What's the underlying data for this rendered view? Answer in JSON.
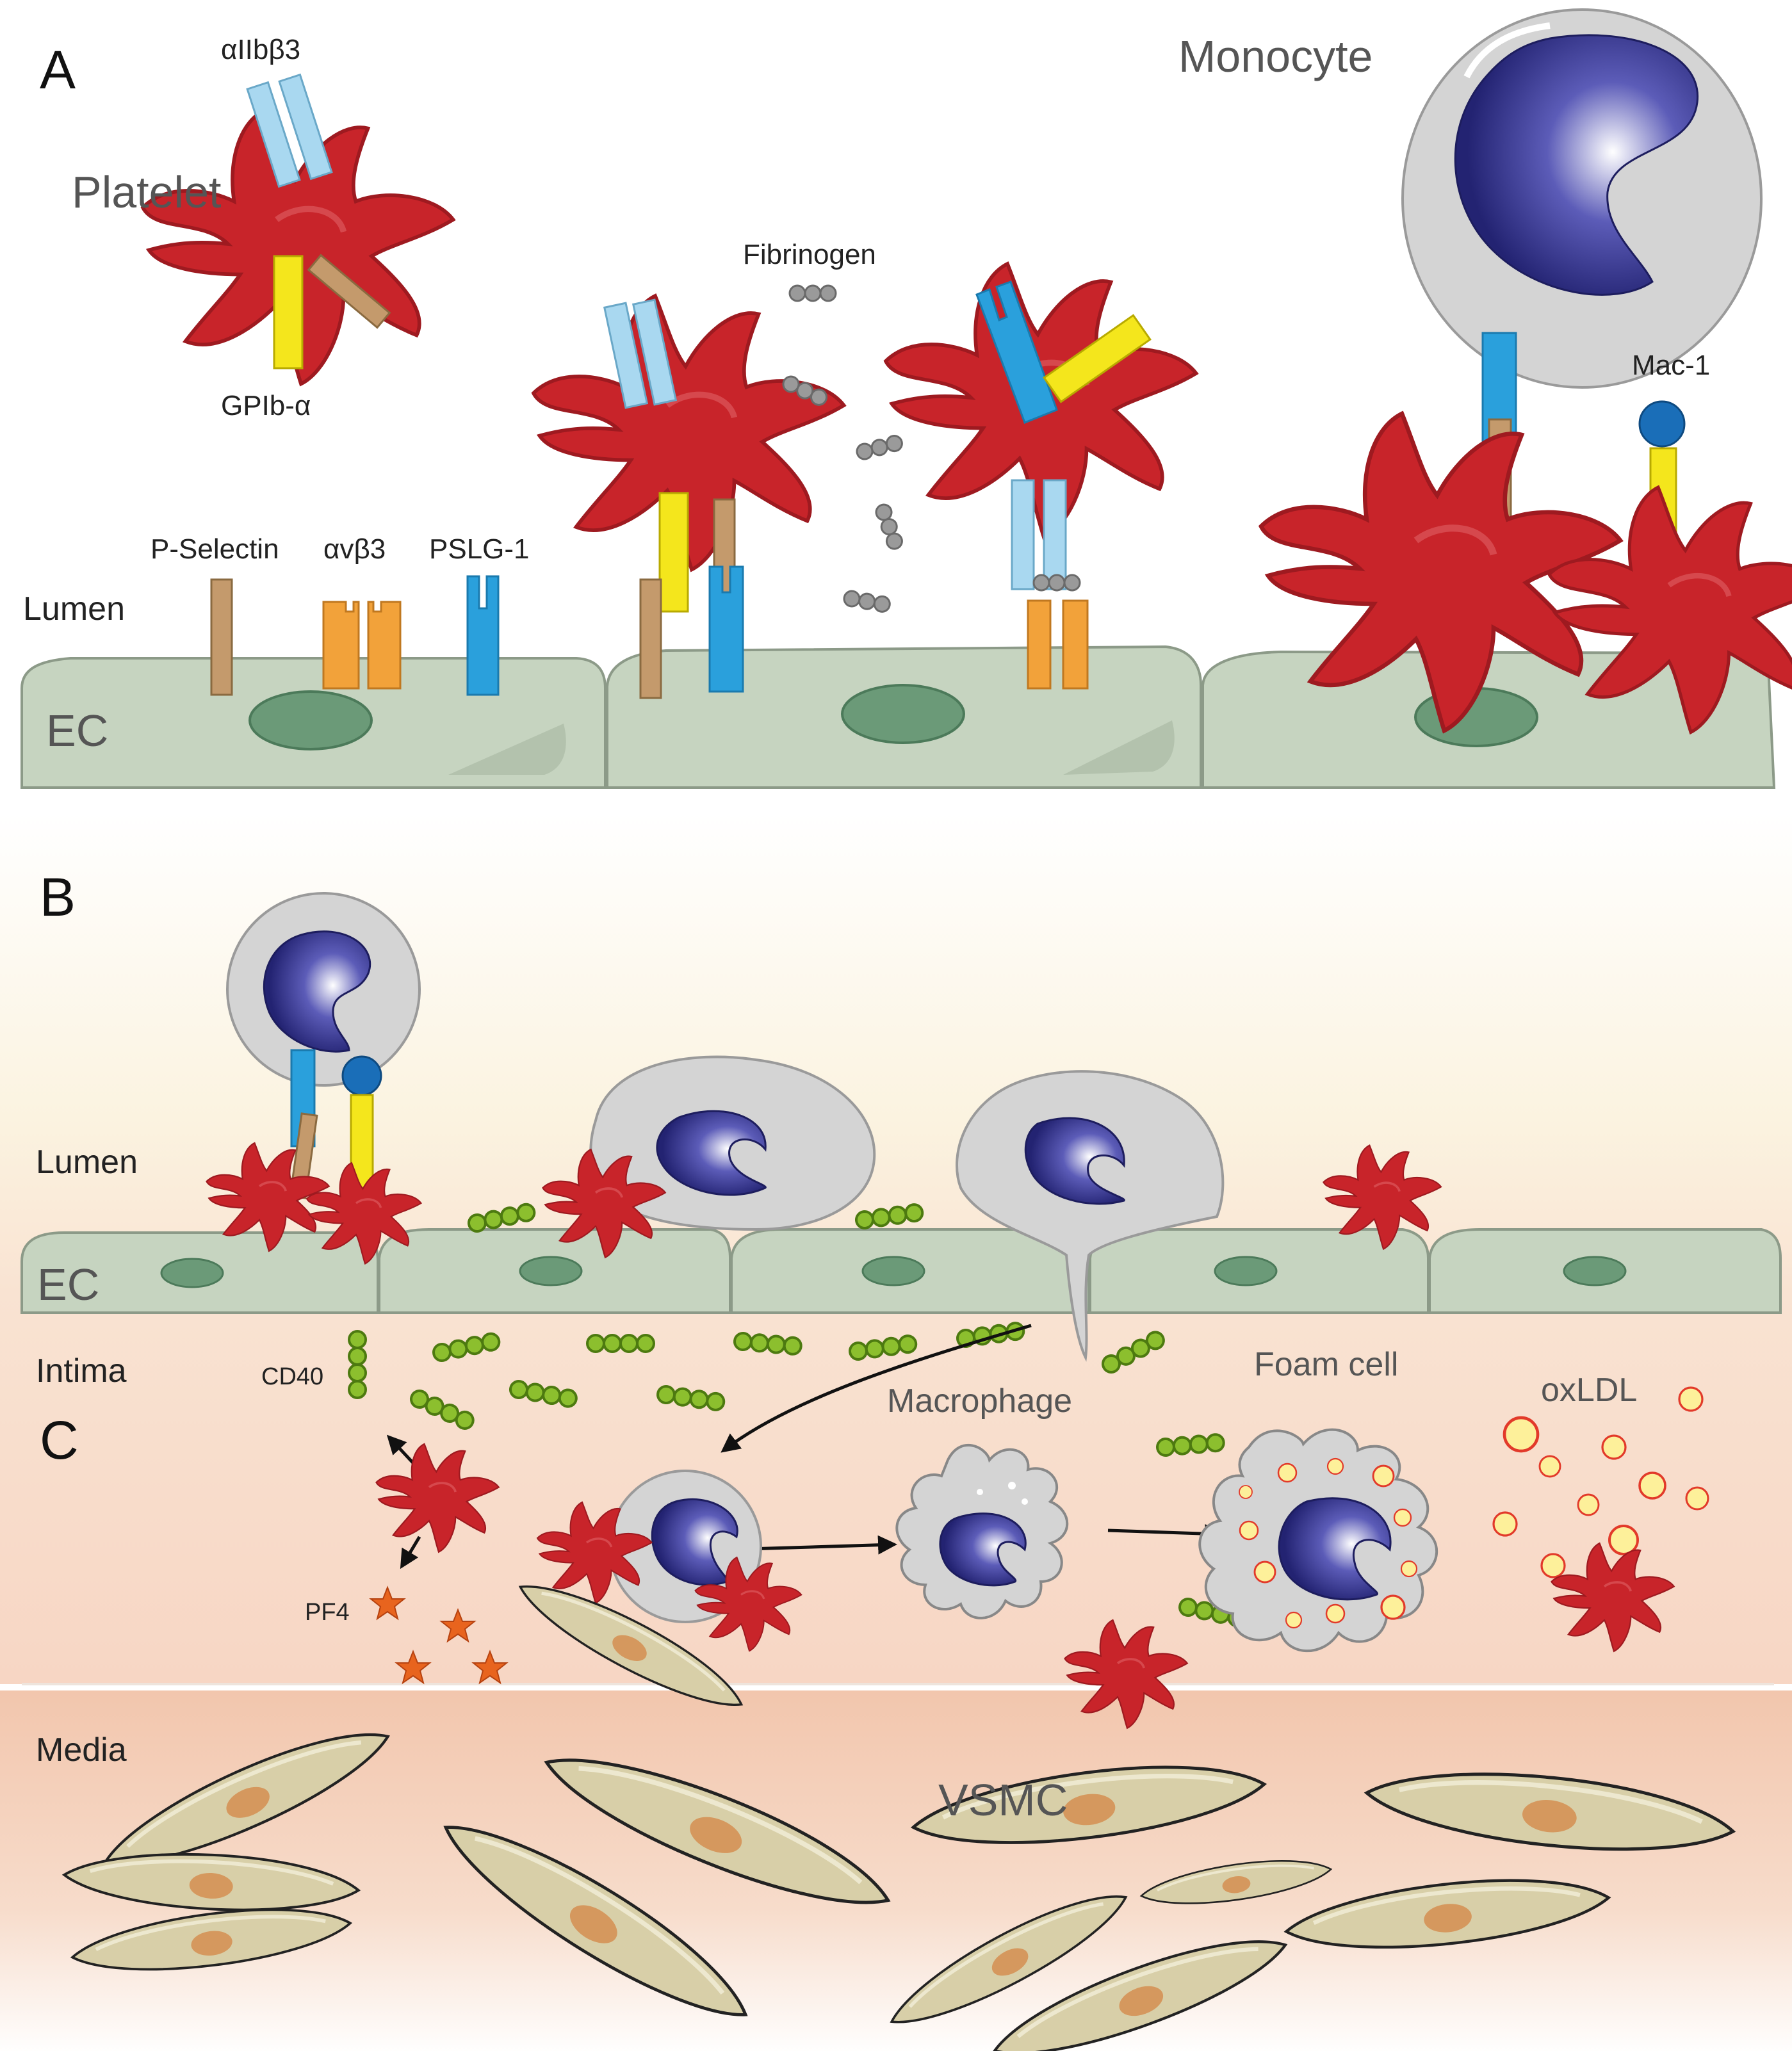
{
  "panels": {
    "a": "A",
    "b": "B",
    "c": "C"
  },
  "labels": {
    "monocyte": "Monocyte",
    "platelet": "Platelet",
    "aIIbb3": "αIIbβ3",
    "gpib": "GPIb-α",
    "fibrinogen": "Fibrinogen",
    "mac1": "Mac-1",
    "pselectin": "P-Selectin",
    "avb3": "αvβ3",
    "pslg1": "PSLG-1",
    "lumen": "Lumen",
    "ec": "EC",
    "intima": "Intima",
    "cd40": "CD40",
    "pf4": "PF4",
    "macrophage": "Macrophage",
    "foam_cell": "Foam cell",
    "oxldl": "oxLDL",
    "media": "Media",
    "vsmc": "VSMC"
  },
  "colors": {
    "platelet": "#c8242a",
    "endothelium": "#c6d4c0",
    "ec_nucleus": "#6b9a78",
    "monocyte": "#d4d4d4",
    "nucleus": "#2e2e8a",
    "receptor_light_blue": "#a9d8f0",
    "receptor_blue": "#2aa0dc",
    "receptor_yellow": "#f4e61c",
    "receptor_tan": "#c49a6c",
    "receptor_orange": "#f2a23a",
    "cd40": "#8cbf2e",
    "pf4": "#e8641e",
    "vsmc": "#d8cfa8",
    "oxldl": "#fdf09a"
  }
}
